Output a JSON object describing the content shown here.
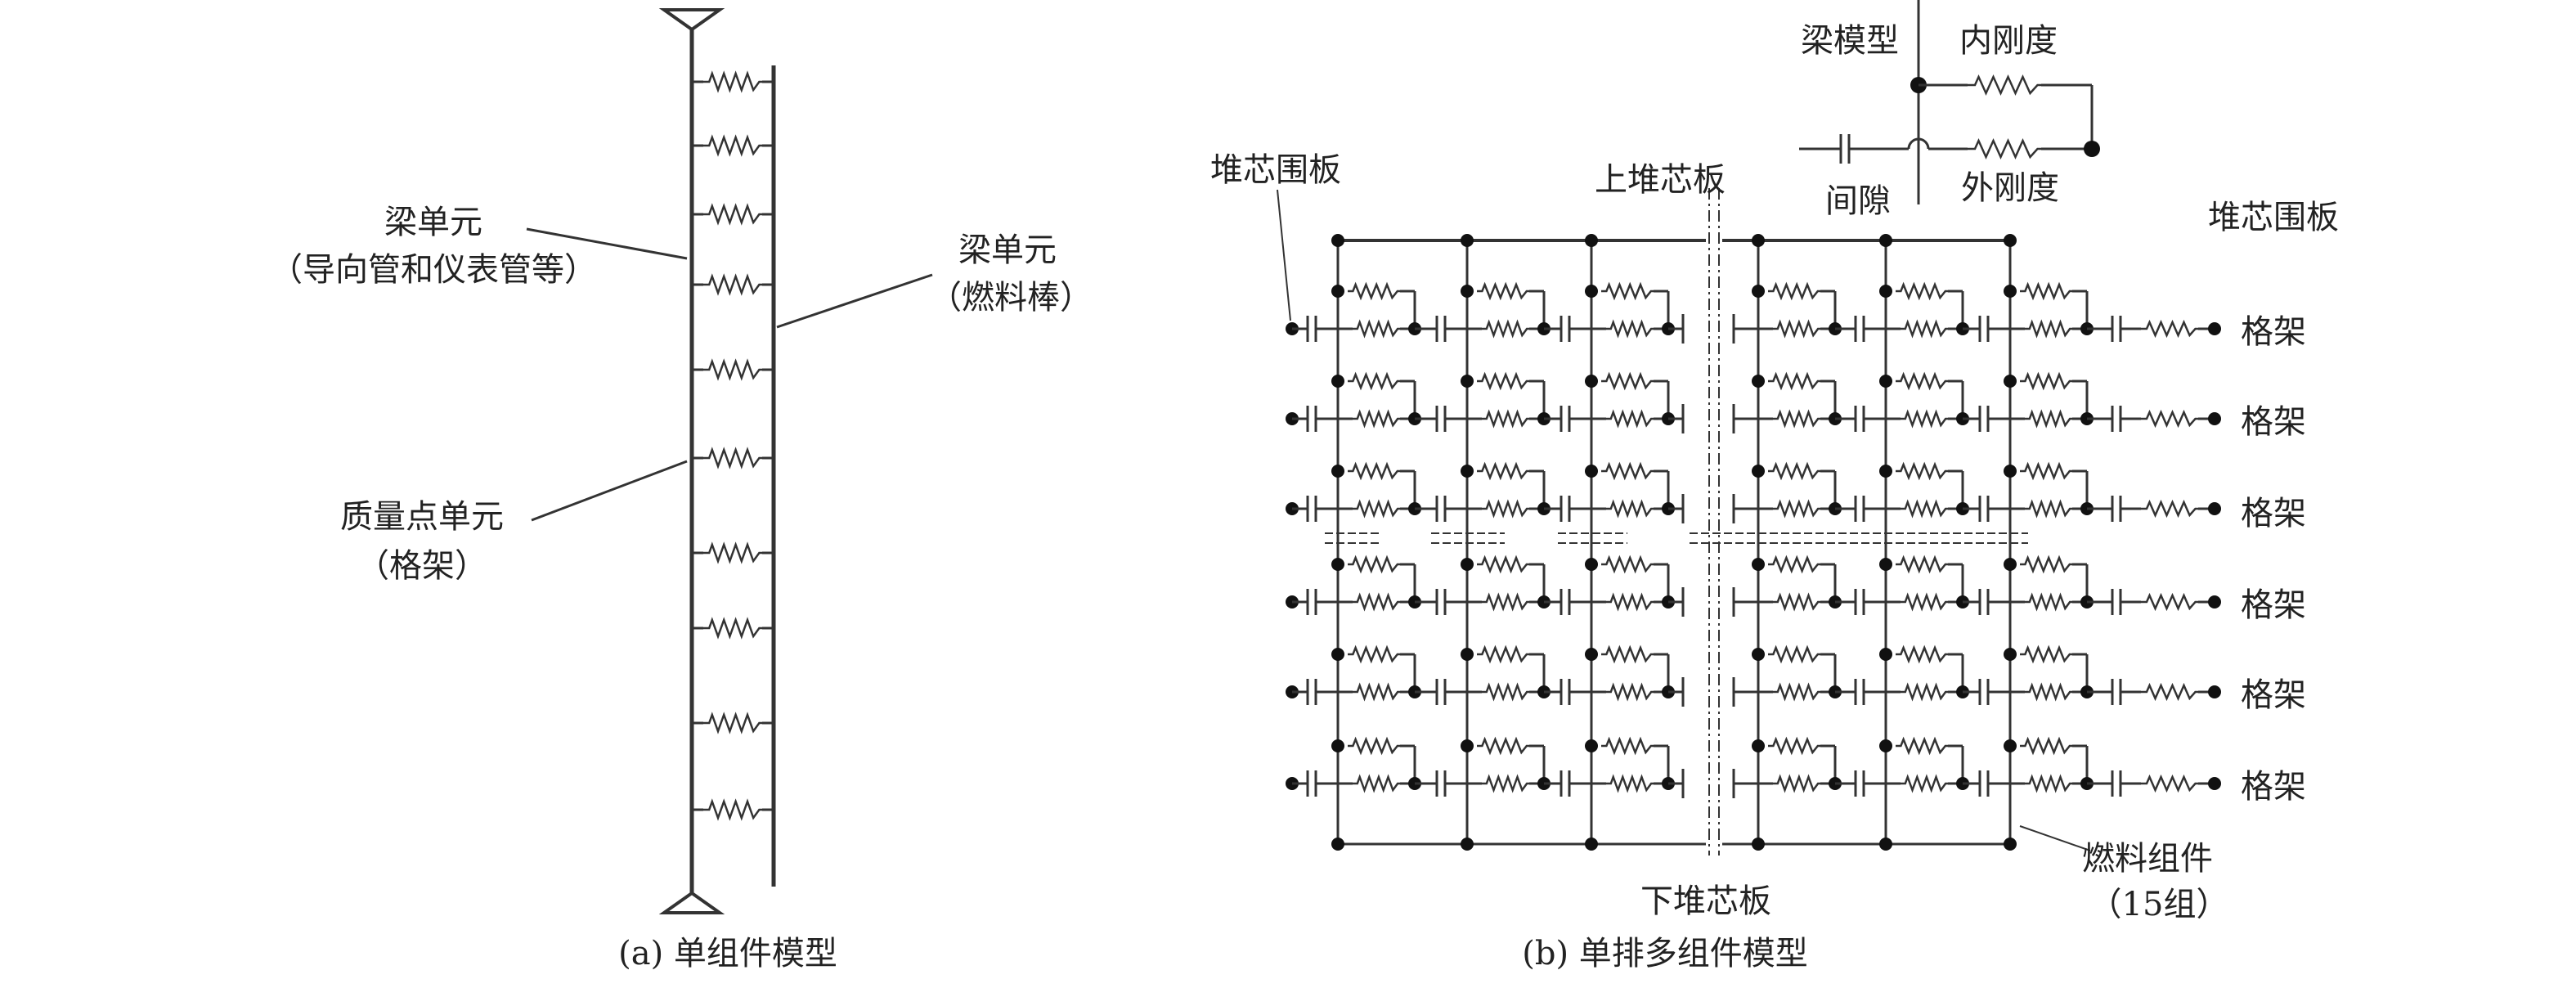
{
  "panel_a": {
    "caption": "(a) 单组件模型",
    "beam_guide_label": "梁单元",
    "beam_guide_sub": "（导向管和仪表管等）",
    "beam_fuel_label": "梁单元",
    "beam_fuel_sub": "（燃料棒）",
    "mass_label": "质量点单元",
    "mass_sub": "（格架）"
  },
  "panel_b": {
    "caption": "(b) 单排多组件模型",
    "baffle_left": "堆芯围板",
    "baffle_right": "堆芯围板",
    "upper_plate": "上堆芯板",
    "lower_plate": "下堆芯板",
    "fuel_assembly": "燃料组件",
    "fuel_count": "（15组）",
    "grid_labels": [
      "格架",
      "格架",
      "格架",
      "格架",
      "格架",
      "格架"
    ],
    "legend": {
      "beam_model": "梁模型",
      "inner_stiffness": "内刚度",
      "gap": "间隙",
      "outer_stiffness": "外刚度"
    }
  },
  "colors": {
    "line": "#333333",
    "dot": "#111111"
  }
}
